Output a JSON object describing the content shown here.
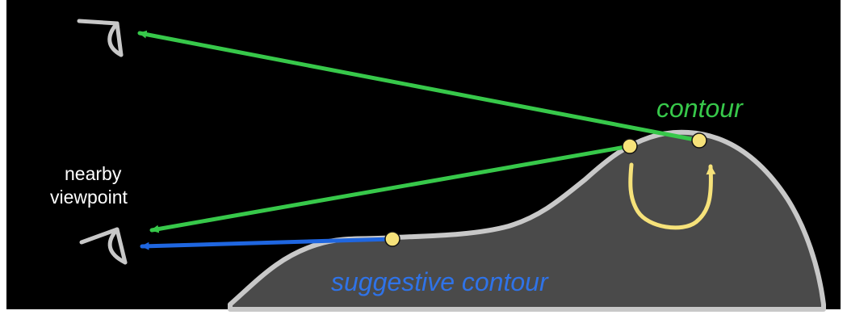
{
  "labels": {
    "contour": "contour",
    "suggestive_contour": "suggestive contour",
    "nearby_line1": "nearby",
    "nearby_line2": "viewpoint"
  },
  "colors": {
    "background": "#000000",
    "surface_fill": "#4a4a4a",
    "surface_stroke": "#c8c8c8",
    "eye": "#c8c8c8",
    "contour_ray": "#37c84a",
    "suggestive_ray": "#1f66e0",
    "points": "#f6e27a",
    "motion_arrow": "#f6e27a",
    "contour_label": "#37c84a",
    "suggestive_label": "#2f73e8"
  }
}
